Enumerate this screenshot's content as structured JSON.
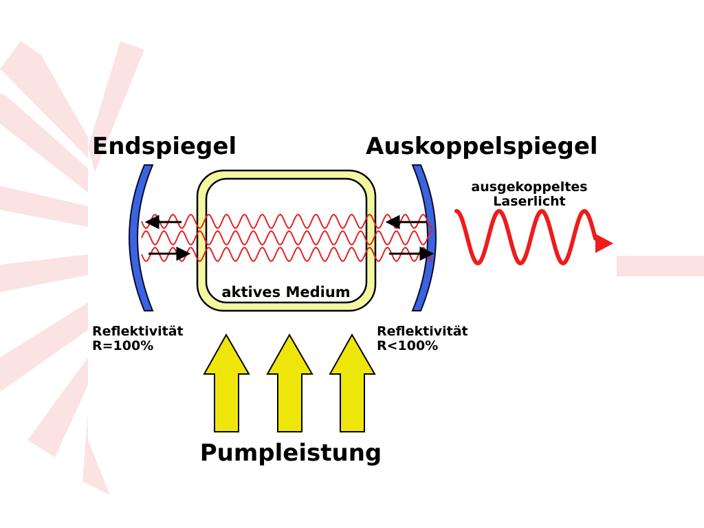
{
  "labels": {
    "end_mirror": "Endspiegel",
    "output_mirror": "Auskoppelspiegel",
    "output_light_line1": "ausgekoppeltes",
    "output_light_line2": "Laserlicht",
    "medium": "aktives Medium",
    "reflectivity_left_line1": "Reflektivität",
    "reflectivity_left_line2": "R=100%",
    "reflectivity_right_line1": "Reflektivität",
    "reflectivity_right_line2": "R<100%",
    "pump": "Pumpleistung"
  },
  "colors": {
    "background_rays": "#fbe3e3",
    "mirror_fill": "#3b64e0",
    "mirror_stroke": "#0a0a2a",
    "medium_frame": "#f2f7a0",
    "medium_frame_stroke": "#000000",
    "beam_wave": "#e52020",
    "output_wave": "#ee1c1c",
    "pump_arrow_fill": "#eee60a",
    "pump_arrow_stroke": "#000000",
    "direction_arrow": "#000000"
  }
}
